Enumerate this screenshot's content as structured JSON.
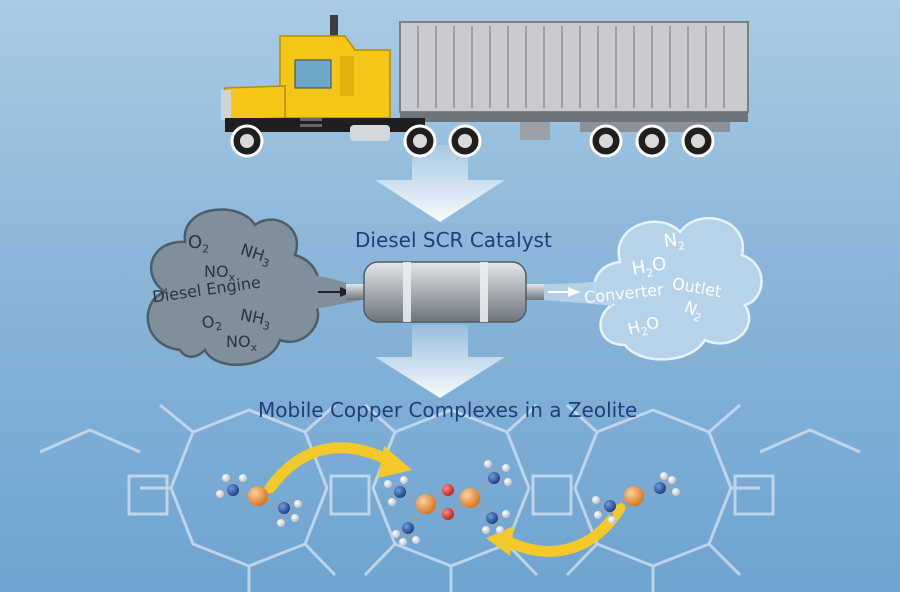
{
  "labels": {
    "catalyst_title": "Diesel SCR Catalyst",
    "zeolite_title": "Mobile Copper Complexes in a Zeolite",
    "engine_cloud": {
      "o2": "O",
      "o2_sub": "2",
      "nh3": "NH",
      "nh3_sub": "3",
      "nox": "NO",
      "nox_sub": "x",
      "engine_label": "Diesel Engine",
      "o2b": "O",
      "o2b_sub": "2",
      "nh3b": "NH",
      "nh3b_sub": "3",
      "noxb": "NO",
      "noxb_sub": "x"
    },
    "outlet_cloud": {
      "n2": "N",
      "n2_sub": "2",
      "h2o": "H",
      "h2o_sub": "2",
      "h2o_tail": "O",
      "converter": "Converter",
      "outlet": "Outlet",
      "n2b": "N",
      "n2b_sub": "2",
      "h2ob": "H",
      "h2ob_sub": "2",
      "h2ob_tail": "O"
    }
  },
  "colors": {
    "background_top": "#a9cbe4",
    "background_bottom": "#6fa4d0",
    "truck_cab": "#f5c518",
    "trailer": "#c9cbcf",
    "engine_cloud": "#7f8f9c",
    "outlet_cloud": "#b7d3ea",
    "arrow": "#ffffff",
    "copper_atom": "#e58a2b",
    "oxygen_atom": "#d9302a",
    "nitrogen_atom": "#1f4fa0",
    "hydrogen_atom": "#eeeeee",
    "migration_arrow": "#f3c92a",
    "title_text": "#1e3f78"
  }
}
